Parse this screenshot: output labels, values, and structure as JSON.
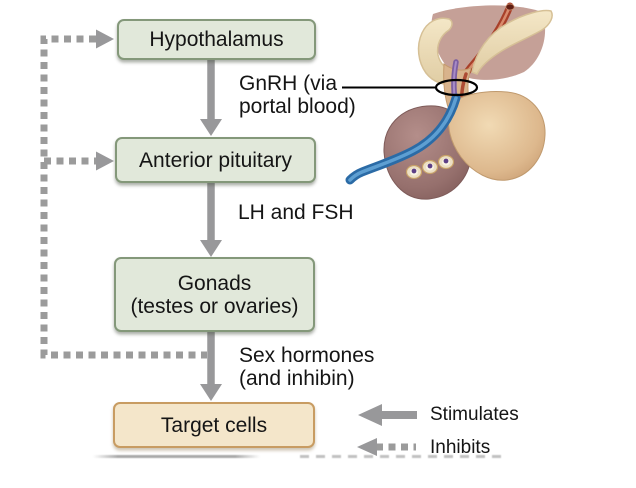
{
  "figure": {
    "type": "flow-diagram",
    "subject": "hypothalamus-pituitary-gonad-axis",
    "nodes": [
      {
        "id": "hypothalamus",
        "label": "Hypothalamus",
        "style": "green"
      },
      {
        "id": "anterior-pituitary",
        "label": "Anterior pituitary",
        "style": "green"
      },
      {
        "id": "gonads",
        "label": "Gonads",
        "sublabel": "(testes or ovaries)",
        "style": "green"
      },
      {
        "id": "target-cells",
        "label": "Target cells",
        "style": "tan"
      }
    ],
    "edges": [
      {
        "from": "hypothalamus",
        "to": "anterior-pituitary",
        "type": "stimulates",
        "label_line1": "GnRH (via",
        "label_line2": "portal blood)"
      },
      {
        "from": "anterior-pituitary",
        "to": "gonads",
        "type": "stimulates",
        "label_line1": "LH and FSH"
      },
      {
        "from": "gonads",
        "to": "target-cells",
        "type": "stimulates",
        "label_line1": "Sex hormones",
        "label_line2": "(and inhibin)"
      },
      {
        "from": "sex-hormones",
        "to": "hypothalamus",
        "type": "inhibits"
      },
      {
        "from": "sex-hormones",
        "to": "anterior-pituitary",
        "type": "inhibits"
      }
    ],
    "legend": [
      {
        "symbol": "solid-arrow-left",
        "label": "Stimulates"
      },
      {
        "symbol": "dashed-arrow-left",
        "label": "Inhibits"
      }
    ],
    "illustration": {
      "name": "pituitary-gland-sagittal",
      "annotation": "ellipse marker on pituitary stalk linked by leader line to GnRH label"
    },
    "colors": {
      "node_green_fill": "#e1e8da",
      "node_green_border": "#84987a",
      "node_tan_fill": "#f4e6ca",
      "node_tan_border": "#c89c62",
      "arrow_gray": "#98989a",
      "dash_gray": "#9b9b9b",
      "leader_black": "#000000",
      "anterior_lobe": "#8d6765",
      "posterior_lobe": "#d2a87e",
      "bone_cream": "#efe1bf",
      "artery_red": "#a8402a",
      "vein_blue": "#2b6ba6",
      "portal_purple": "#7c5fa1",
      "text": "#151515"
    }
  }
}
